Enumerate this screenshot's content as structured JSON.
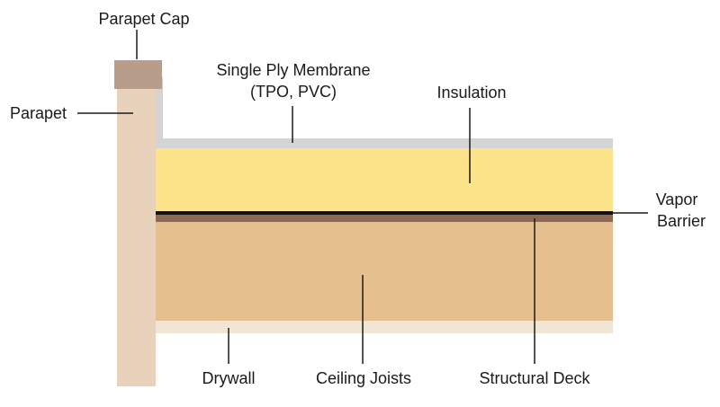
{
  "labels": {
    "parapet_cap": "Parapet Cap",
    "parapet": "Parapet",
    "membrane_line1": "Single Ply Membrane",
    "membrane_line2": "(TPO, PVC)",
    "insulation": "Insulation",
    "vapor_barrier_line1": "Vapor",
    "vapor_barrier_line2": "Barrier",
    "drywall": "Drywall",
    "ceiling_joists": "Ceiling Joists",
    "structural_deck": "Structural Deck"
  },
  "colors": {
    "parapet_cap": "#b89e8a",
    "parapet": "#e8d2bc",
    "membrane": "#d4d4d4",
    "insulation": "#fde38a",
    "vapor_barrier": "#111111",
    "structural_deck": "#8e6a55",
    "ceiling_joists": "#e6bf8f",
    "drywall": "#f1e6d6"
  }
}
